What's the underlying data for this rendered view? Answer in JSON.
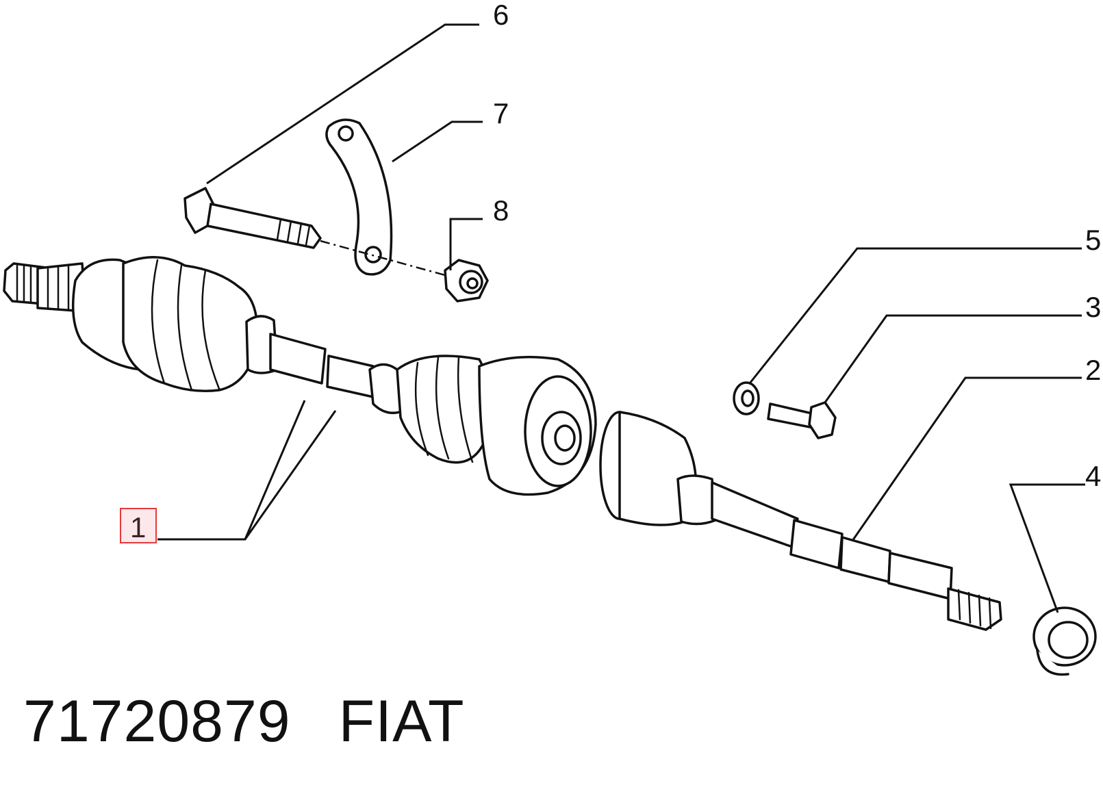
{
  "diagram": {
    "callouts": [
      {
        "id": "1",
        "label": "1"
      },
      {
        "id": "2",
        "label": "2"
      },
      {
        "id": "3",
        "label": "3"
      },
      {
        "id": "4",
        "label": "4"
      },
      {
        "id": "5",
        "label": "5"
      },
      {
        "id": "6",
        "label": "6"
      },
      {
        "id": "7",
        "label": "7"
      },
      {
        "id": "8",
        "label": "8"
      }
    ],
    "highlighted_callout": "1"
  },
  "footer": {
    "part_number": "71720879",
    "brand": "FIAT"
  },
  "colors": {
    "ink": "#111111",
    "highlight_border": "#e23b3b"
  }
}
